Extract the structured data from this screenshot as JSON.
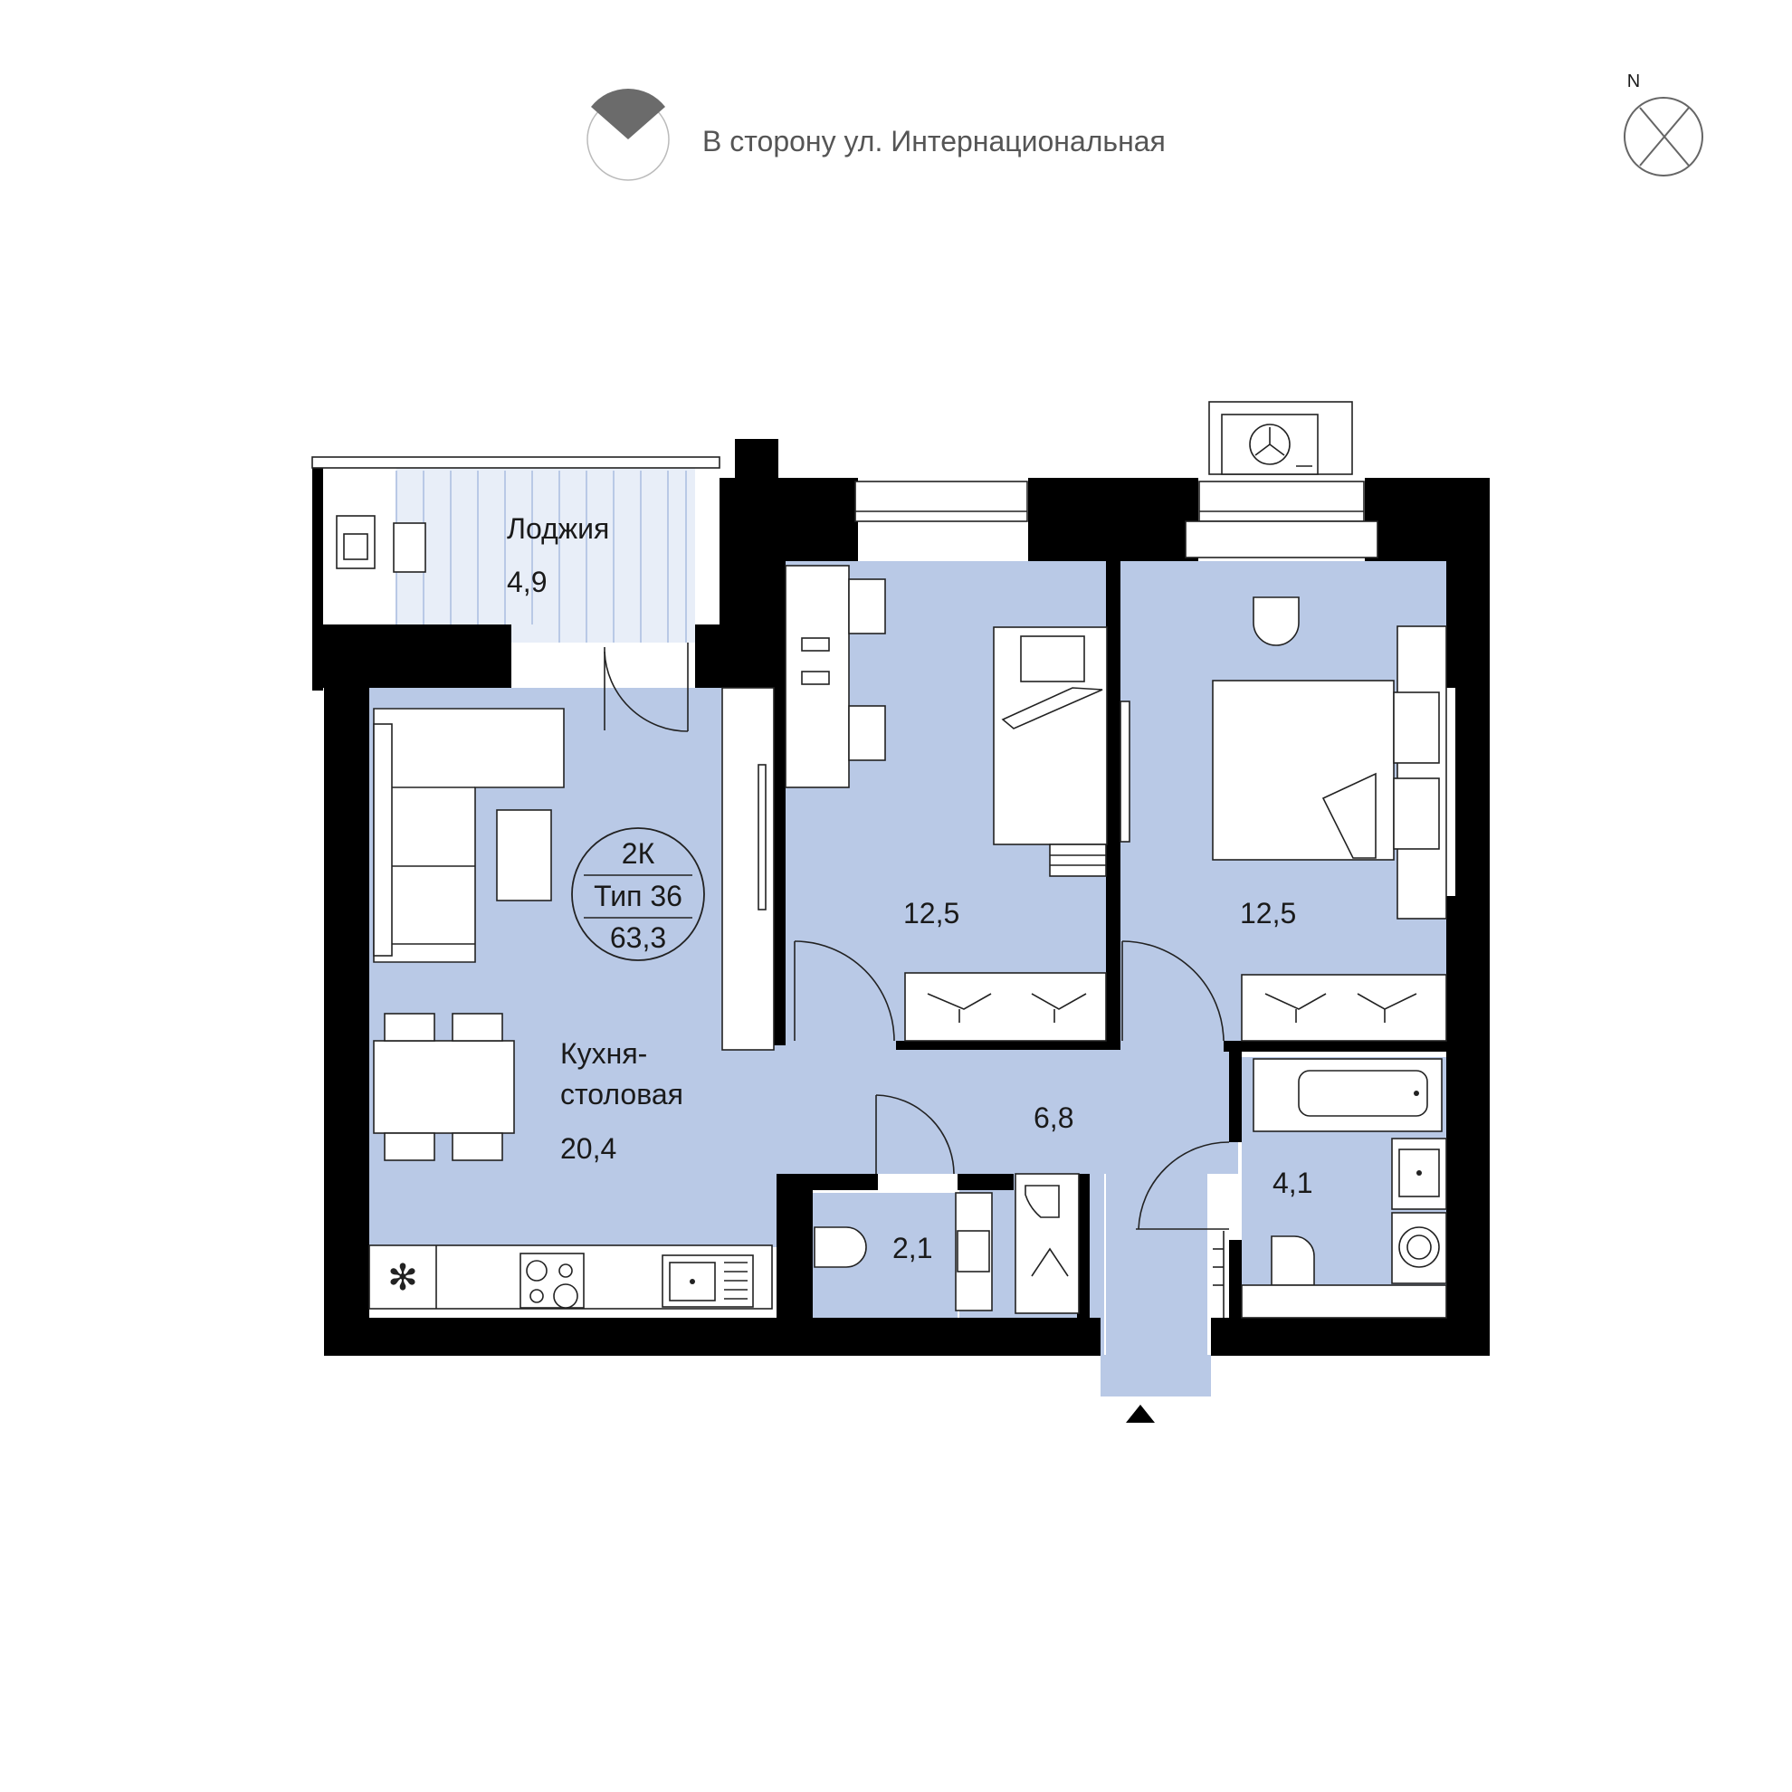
{
  "header": {
    "orientation_text": "В сторону ул. Интернациональная",
    "north_label": "N"
  },
  "apartment": {
    "rooms_code": "2К",
    "type": "Тип 36",
    "total_area": "63,3"
  },
  "rooms": {
    "loggia": {
      "name": "Лоджия",
      "area": "4,9"
    },
    "kitchen": {
      "name_line1": "Кухня-",
      "name_line2": "столовая",
      "area": "20,4"
    },
    "bedroom1": {
      "area": "12,5"
    },
    "bedroom2": {
      "area": "12,5"
    },
    "hall": {
      "area": "6,8"
    },
    "wc": {
      "area": "2,1"
    },
    "bathroom": {
      "area": "4,1"
    }
  },
  "colors": {
    "floor": "#b9c9e6",
    "wall": "#000000",
    "furniture": "#ffffff",
    "header_text": "#555555"
  },
  "icons": {
    "sun_indicator": "sector-icon",
    "compass": "compass-icon",
    "entrance": "entrance-arrow-icon",
    "ac_unit": "fan-icon",
    "fridge": "snowflake-icon"
  }
}
